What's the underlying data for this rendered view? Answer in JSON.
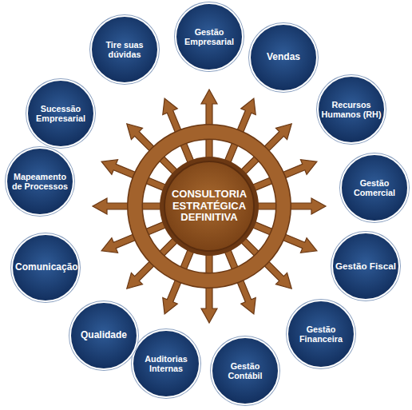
{
  "diagram": {
    "nodes": [
      {
        "text": [
          "CONSULTORIA ESTRATÉGICA DEFINITIVA"
        ]
      },
      {
        "text": [
          "Gestão Empresarial"
        ]
      },
      {
        "text": [
          "Vendas"
        ]
      },
      {
        "text": [
          "Recursos Humanos (RH)"
        ]
      },
      {
        "text": [
          "Gestão Comercial"
        ]
      },
      {
        "text": [
          "Gestão Fiscal"
        ]
      },
      {
        "text": [
          "Gestão Financeira"
        ]
      },
      {
        "text": [
          "Gestão Contábil"
        ]
      },
      {
        "text": [
          "Auditorias Internas"
        ]
      },
      {
        "text": [
          "Qualidade"
        ]
      },
      {
        "text": [
          "Comunicação"
        ]
      },
      {
        "text": [
          "Mapeamento de Processos"
        ]
      },
      {
        "text": [
          "Sucessão Empresarial"
        ]
      },
      {
        "text": [
          "Tire suas dúvidas"
        ]
      }
    ]
  }
}
